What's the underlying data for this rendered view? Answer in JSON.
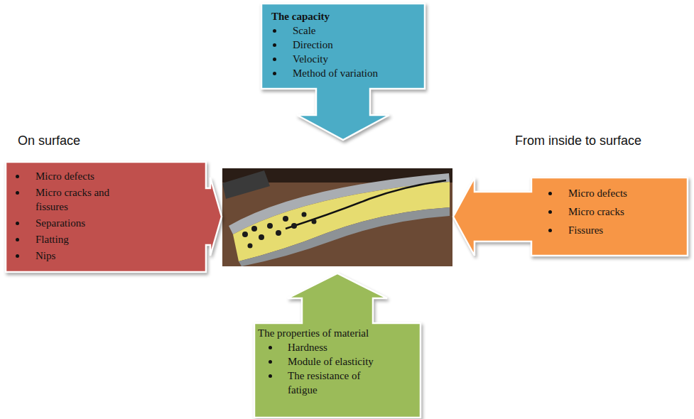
{
  "diagram": {
    "nodes": [
      {
        "text": [
          "The capacity",
          "Scale",
          "Direction",
          "Velocity",
          "Method of variation"
        ]
      },
      {
        "text": [
          "Micro defects",
          "Micro cracks and fissures",
          "Separations",
          "Flatting",
          "Nips"
        ]
      },
      {
        "text": [
          "Micro defects",
          "Micro cracks",
          "Fissures"
        ]
      },
      {
        "text": [
          "The properties of material",
          "Hardness",
          "Module of elasticity",
          "The resistance of fatigue"
        ]
      }
    ],
    "labels": [
      "On surface",
      "From inside to surface"
    ]
  }
}
